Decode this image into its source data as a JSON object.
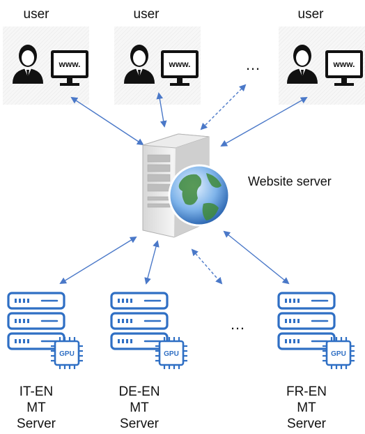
{
  "users": [
    {
      "label": "user",
      "screen_text": "www."
    },
    {
      "label": "user",
      "screen_text": "www."
    },
    {
      "label": "user",
      "screen_text": "www."
    }
  ],
  "user_ellipsis": "…",
  "server_ellipsis": "…",
  "website_server": {
    "label": "Website server"
  },
  "mt_servers": [
    {
      "line1": "IT-EN",
      "line2": "MT",
      "line3": "Server",
      "chip_text": "GPU"
    },
    {
      "line1": "DE-EN",
      "line2": "MT",
      "line3": "Server",
      "chip_text": "GPU"
    },
    {
      "line1": "FR-EN",
      "line2": "MT",
      "line3": "Server",
      "chip_text": "GPU"
    }
  ],
  "colors": {
    "accent": "#2f6fc4",
    "arrow": "#4a78c8"
  }
}
